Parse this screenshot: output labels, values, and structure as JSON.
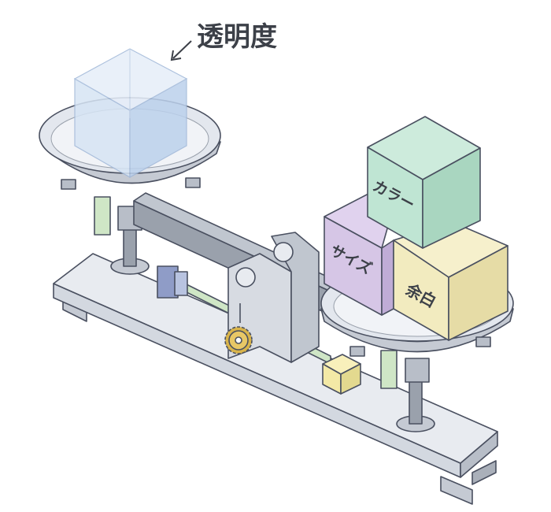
{
  "labels": {
    "transparency": "透明度",
    "color": "カラー",
    "size": "サイズ",
    "margin": "余白"
  },
  "colors": {
    "transparent_cube": "#c9dcf0",
    "color_cube": "#bfe5d3",
    "size_cube": "#d6c6e6",
    "margin_cube": "#f2ebbf",
    "slider_block": "#f3e9a6",
    "rail": "#cfe6c6",
    "metal": "#e3e7ee",
    "beam": "#9aa1ac",
    "outline": "#4a5060"
  }
}
